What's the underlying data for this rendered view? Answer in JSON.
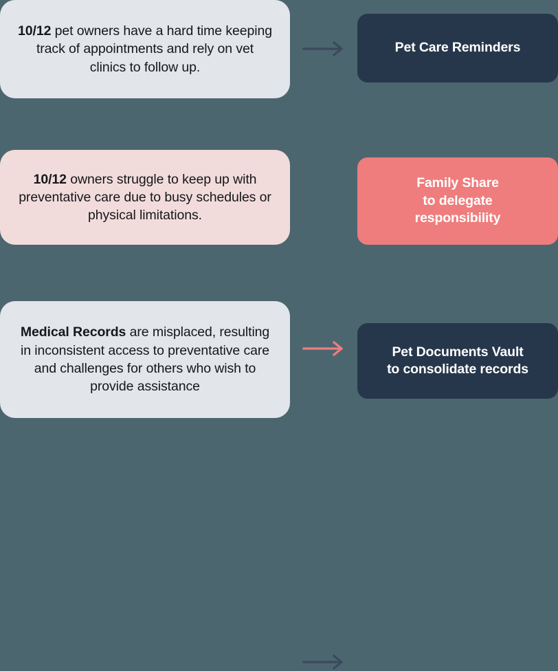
{
  "theme": {
    "background": "#4C6670",
    "card_gray": "#E2E5EA",
    "card_pink": "#F2DCDB",
    "card_navy": "#27374B",
    "card_coral": "#EF7D7D",
    "text_dark": "#15171A",
    "text_light": "#FFFFFF",
    "arrow_dark": "#3A4A5C",
    "arrow_coral": "#EF7D7D"
  },
  "rows": [
    {
      "problem": {
        "style": "gray",
        "lead": "10/12",
        "body": " pet owners have a hard time keeping track of appointments and rely on vet clinics to follow up."
      },
      "arrow": {
        "icon": "arrow-right-icon",
        "color": "#3A4A5C"
      },
      "solution": {
        "style": "navy",
        "title": "Pet Care Reminders",
        "subtitle": ""
      }
    },
    {
      "problem": {
        "style": "pink",
        "lead": "10/12",
        "body": " owners struggle to keep up with preventative care due to busy schedules or physical limitations."
      },
      "arrow": {
        "icon": "arrow-right-icon",
        "color": "#EF7D7D"
      },
      "solution": {
        "style": "coral",
        "title": "Family Share",
        "subtitle": "to delegate\nresponsibility"
      }
    },
    {
      "problem": {
        "style": "gray",
        "lead": "Medical Records",
        "body": " are misplaced, resulting in inconsistent access to preventative care and challenges for others who wish to provide assistance"
      },
      "arrow": {
        "icon": "arrow-right-icon",
        "color": "#3A4A5C"
      },
      "solution": {
        "style": "navy",
        "title": "Pet Documents Vault",
        "subtitle": "to consolidate records"
      }
    }
  ]
}
